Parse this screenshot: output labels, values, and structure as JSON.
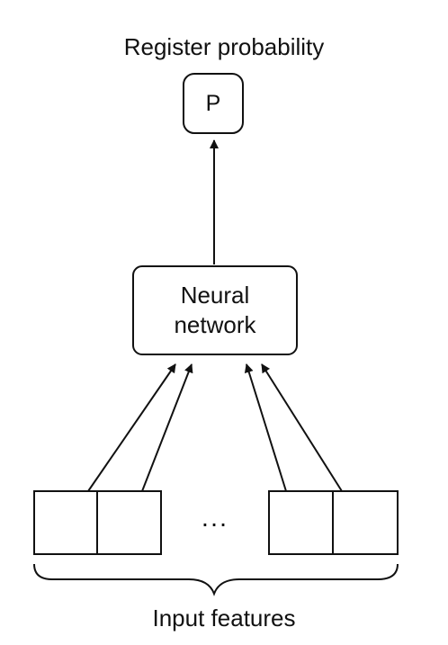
{
  "diagram": {
    "top_label": "Register probability",
    "output_node": "P",
    "model_node": "Neural\nnetwork",
    "ellipsis": "...",
    "bottom_label": "Input features"
  }
}
